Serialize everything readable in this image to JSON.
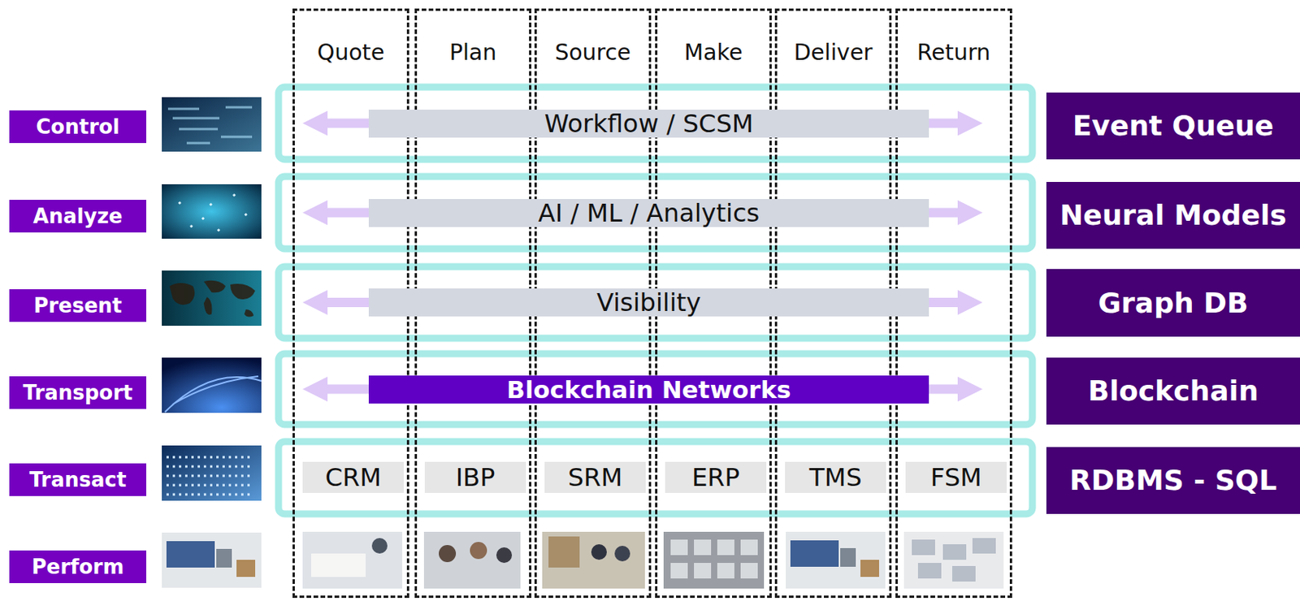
{
  "diagram": {
    "nodes": [
      {
        "text": [
          "Quote"
        ]
      },
      {
        "text": [
          "Plan"
        ]
      },
      {
        "text": [
          "Source"
        ]
      },
      {
        "text": [
          "Make"
        ]
      },
      {
        "text": [
          "Deliver"
        ]
      },
      {
        "text": [
          "Return"
        ]
      },
      {
        "text": [
          "Control"
        ]
      },
      {
        "text": [
          "Workflow / SCSM"
        ]
      },
      {
        "text": [
          "Event Queue"
        ]
      },
      {
        "text": [
          "Analyze"
        ]
      },
      {
        "text": [
          "AI / ML / Analytics"
        ]
      },
      {
        "text": [
          "Neural Models"
        ]
      },
      {
        "text": [
          "Present"
        ]
      },
      {
        "text": [
          "Visibility"
        ]
      },
      {
        "text": [
          "Graph DB"
        ]
      },
      {
        "text": [
          "Transport"
        ]
      },
      {
        "text": [
          "Blockchain Networks"
        ]
      },
      {
        "text": [
          "Blockchain"
        ]
      },
      {
        "text": [
          "Transact"
        ]
      },
      {
        "text": [
          "CRM"
        ],
        "in": 0
      },
      {
        "text": [
          "IBP"
        ],
        "in": 1
      },
      {
        "text": [
          "SRM"
        ],
        "in": 2
      },
      {
        "text": [
          "ERP"
        ],
        "in": 3
      },
      {
        "text": [
          "TMS"
        ],
        "in": 4
      },
      {
        "text": [
          "FSM"
        ],
        "in": 5
      },
      {
        "text": [
          "RDBMS - SQL"
        ]
      },
      {
        "text": [
          "Perform"
        ]
      }
    ]
  }
}
